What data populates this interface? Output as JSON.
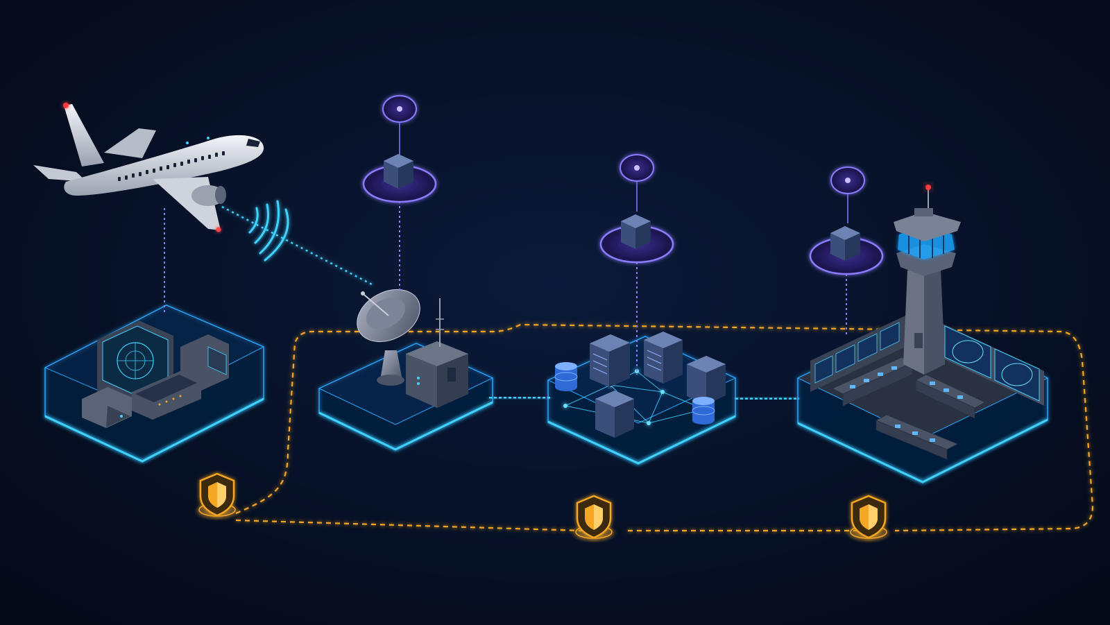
{
  "scene": {
    "description_free": true,
    "colors": {
      "background": "#050d1f",
      "background_glow": "#0b1a3a",
      "platform_edge": "#2aa8ff",
      "platform_fill": "#0b2447",
      "link_cyan": "#3fd2ff",
      "node_purple": "#7a5cff",
      "secure_orange": "#f5a623",
      "metal": "#8a93a6",
      "aircraft_body": "#d9dde4"
    }
  },
  "nodes": [
    {
      "id": "aircraft",
      "icon": "airplane-icon"
    },
    {
      "id": "avionics",
      "icon": "avionics-equipment-icon"
    },
    {
      "id": "ground-station",
      "icon": "satellite-dish-icon"
    },
    {
      "id": "data-center",
      "icon": "server-cluster-icon"
    },
    {
      "id": "control-tower",
      "icon": "control-tower-icon"
    }
  ],
  "network_nodes": [
    {
      "icon": "server-node-icon"
    },
    {
      "icon": "server-node-icon"
    },
    {
      "icon": "server-node-icon"
    }
  ],
  "security_shields": [
    {
      "icon": "shield-icon"
    },
    {
      "icon": "shield-icon"
    },
    {
      "icon": "shield-icon"
    }
  ]
}
